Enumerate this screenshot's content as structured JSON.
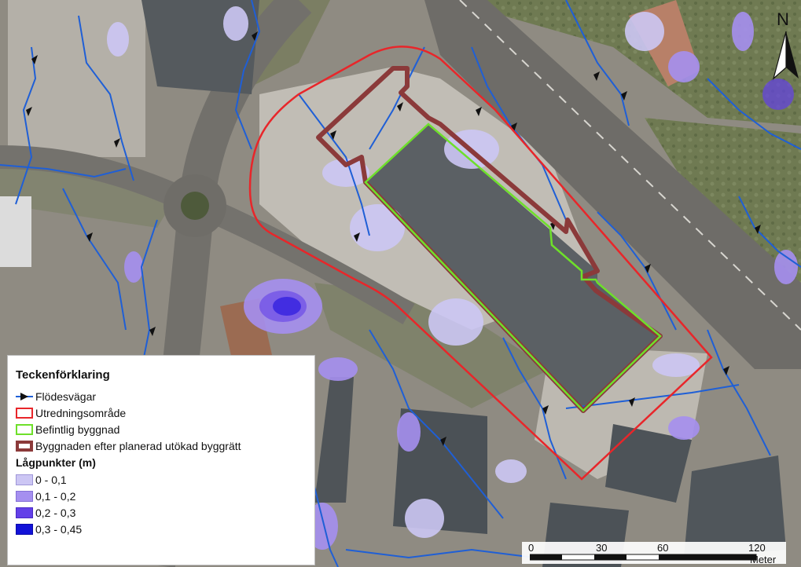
{
  "north_arrow": {
    "label": "N",
    "icon": "north-arrow-icon"
  },
  "legend": {
    "title": "Teckenförklaring",
    "items": [
      {
        "label": "Flödesvägar",
        "symbol": "flow-arrow-line",
        "color": "#1f5fd6"
      },
      {
        "label": "Utredningsområde",
        "symbol": "outline",
        "color": "#e8262a"
      },
      {
        "label": "Befintlig byggnad",
        "symbol": "outline",
        "color": "#6ee02a"
      },
      {
        "label": "Byggnaden efter planerad utökad byggrätt",
        "symbol": "outline",
        "color": "#8b3a3a"
      }
    ],
    "subtitle": "Lågpunkter (m)",
    "classes": [
      {
        "label": "0 - 0,1",
        "color": "#ccc6f4"
      },
      {
        "label": "0,1 - 0,2",
        "color": "#a58ff0"
      },
      {
        "label": "0,2 - 0,3",
        "color": "#6340e8"
      },
      {
        "label": "0,3 - 0,45",
        "color": "#1212d8"
      }
    ]
  },
  "scale_bar": {
    "ticks": [
      "0",
      "30",
      "60",
      "120"
    ],
    "unit": "Meter"
  }
}
